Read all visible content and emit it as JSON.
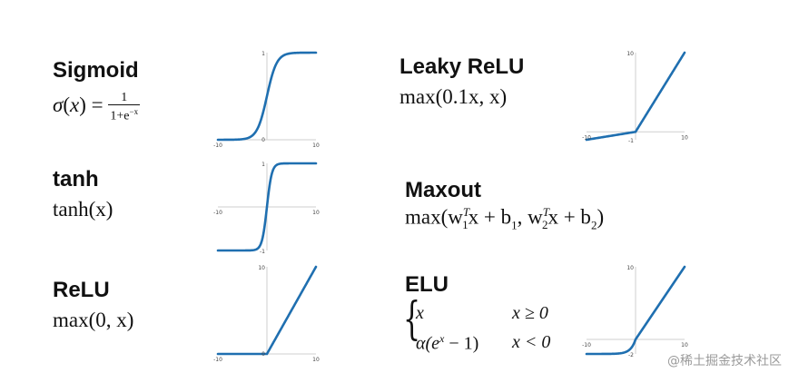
{
  "functions": {
    "sigmoid": {
      "name": "Sigmoid",
      "sigma": "σ",
      "x": "x",
      "eq": "=",
      "num": "1",
      "den": "1+e",
      "den_exp": "−x"
    },
    "tanh": {
      "name": "tanh",
      "formula": "tanh(x)"
    },
    "relu": {
      "name": "ReLU",
      "formula": "max(0, x)"
    },
    "leaky": {
      "name": "Leaky ReLU",
      "formula": "max(0.1x, x)"
    },
    "maxout": {
      "name": "Maxout",
      "formula_a": "max(w",
      "sup1": "T",
      "sub1": "1",
      "formula_b": "x + b",
      "sub_b1": "1",
      "formula_c": ", w",
      "sup2": "T",
      "sub2": "2",
      "formula_d": "x + b",
      "sub_b2": "2",
      "formula_e": ")"
    },
    "elu": {
      "name": "ELU",
      "case1_expr": "x",
      "case1_cond": "x ≥ 0",
      "case2_expr": "α(e",
      "case2_exp": "x",
      "case2_tail": " − 1)",
      "case2_cond": "x < 0"
    }
  },
  "chart_data": [
    {
      "type": "line",
      "name": "sigmoid",
      "xlim": [
        -10,
        10
      ],
      "ylim": [
        0,
        1
      ],
      "tick_labels": {
        "xmin": "-10",
        "xmax": "10",
        "ytop": "1",
        "origin": "0"
      },
      "color": "#1f6fb0"
    },
    {
      "type": "line",
      "name": "tanh",
      "xlim": [
        -10,
        10
      ],
      "ylim": [
        -1,
        1
      ],
      "tick_labels": {
        "xmin": "-10",
        "xmax": "10",
        "ytop": "1",
        "ybottom": "-1"
      },
      "color": "#1f6fb0"
    },
    {
      "type": "line",
      "name": "relu",
      "xlim": [
        -10,
        10
      ],
      "ylim": [
        0,
        10
      ],
      "tick_labels": {
        "xmin": "-10",
        "xmax": "10",
        "ytop": "10",
        "origin": "0"
      },
      "color": "#1f6fb0"
    },
    {
      "type": "line",
      "name": "leaky",
      "xlim": [
        -10,
        10
      ],
      "ylim": [
        -1,
        10
      ],
      "tick_labels": {
        "xmin": "-10",
        "xmax": "10",
        "ytop": "10",
        "ybottom": "-1"
      },
      "color": "#1f6fb0"
    },
    {
      "type": "line",
      "name": "elu",
      "xlim": [
        -10,
        10
      ],
      "ylim": [
        -2,
        10
      ],
      "tick_labels": {
        "xmin": "-10",
        "xmax": "10",
        "ytop": "10",
        "ybottom": "-2"
      },
      "color": "#1f6fb0"
    }
  ],
  "watermark": "@稀土掘金技术社区"
}
